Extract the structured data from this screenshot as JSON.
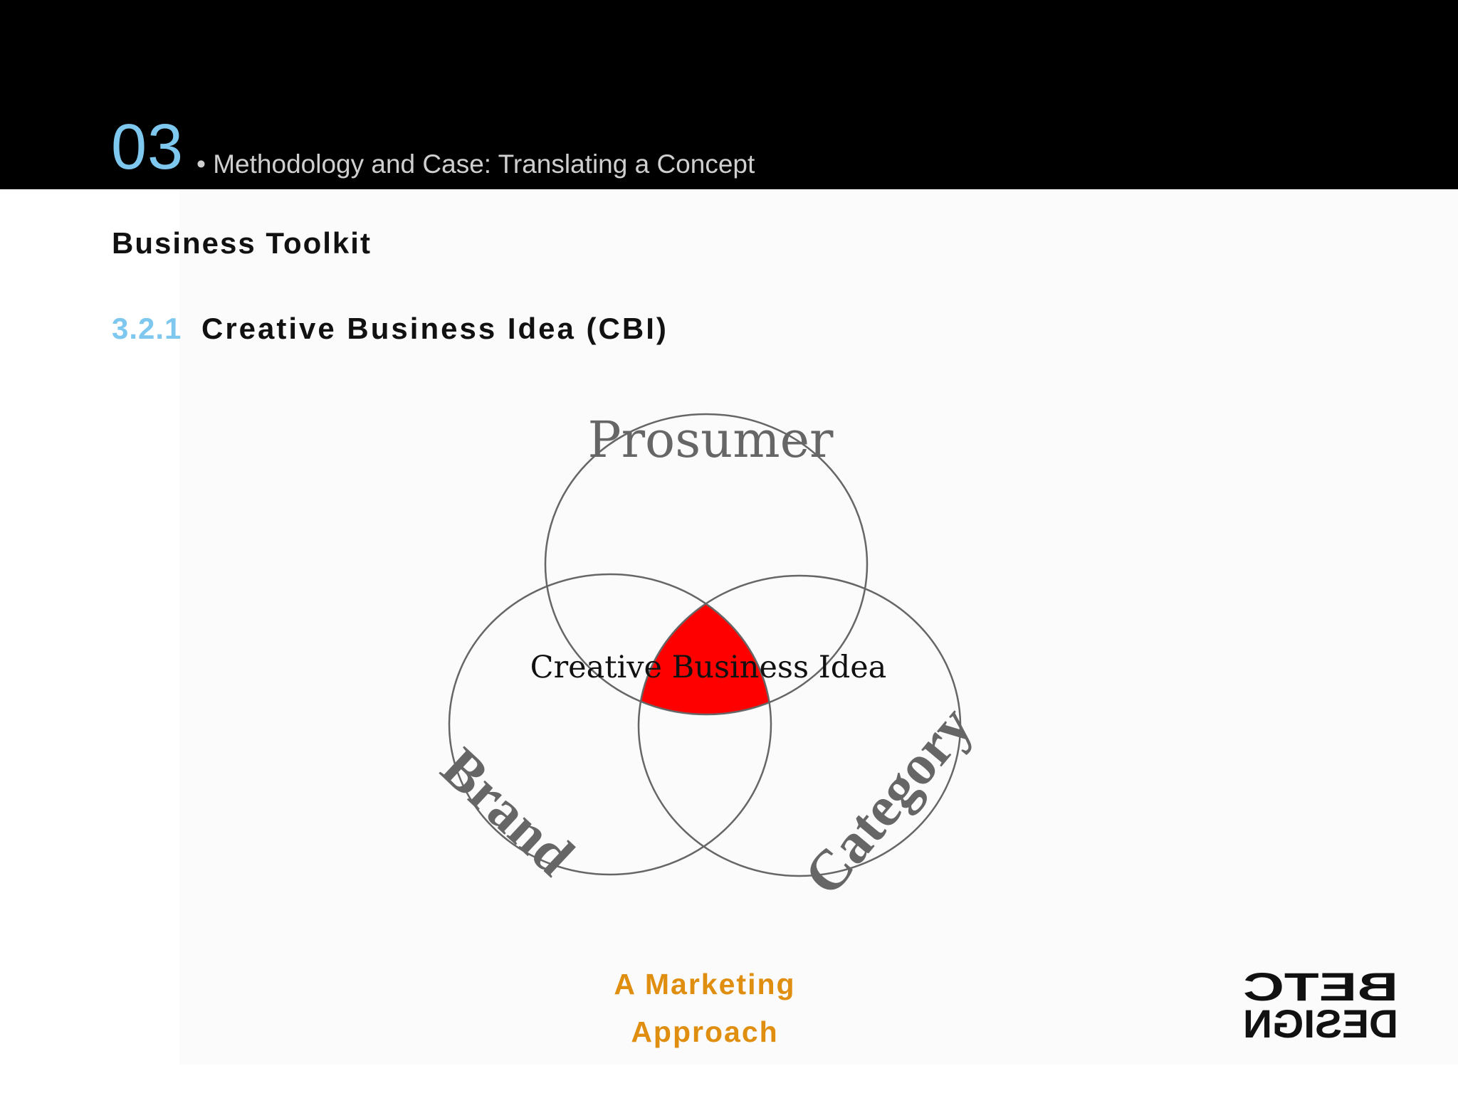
{
  "header": {
    "section_number": "03",
    "section_title": "• Methodology and Case: Translating a Concept"
  },
  "content": {
    "heading": "Business Toolkit",
    "subsection_number": "3.2.1",
    "subsection_title": "Creative Business Idea (CBI)"
  },
  "diagram": {
    "top_label": "Prosumer",
    "center_label": "Creative Business Idea",
    "left_label": "Brand",
    "right_label": "Category",
    "intersection_color": "#ff0000",
    "circle_stroke_color": "#666666"
  },
  "caption": {
    "line1": "A Marketing",
    "line2": "Approach"
  },
  "logo": {
    "text_top": "BETC",
    "text_bottom": "DESIGN",
    "icon": "betc-design-logo-mirrored"
  }
}
